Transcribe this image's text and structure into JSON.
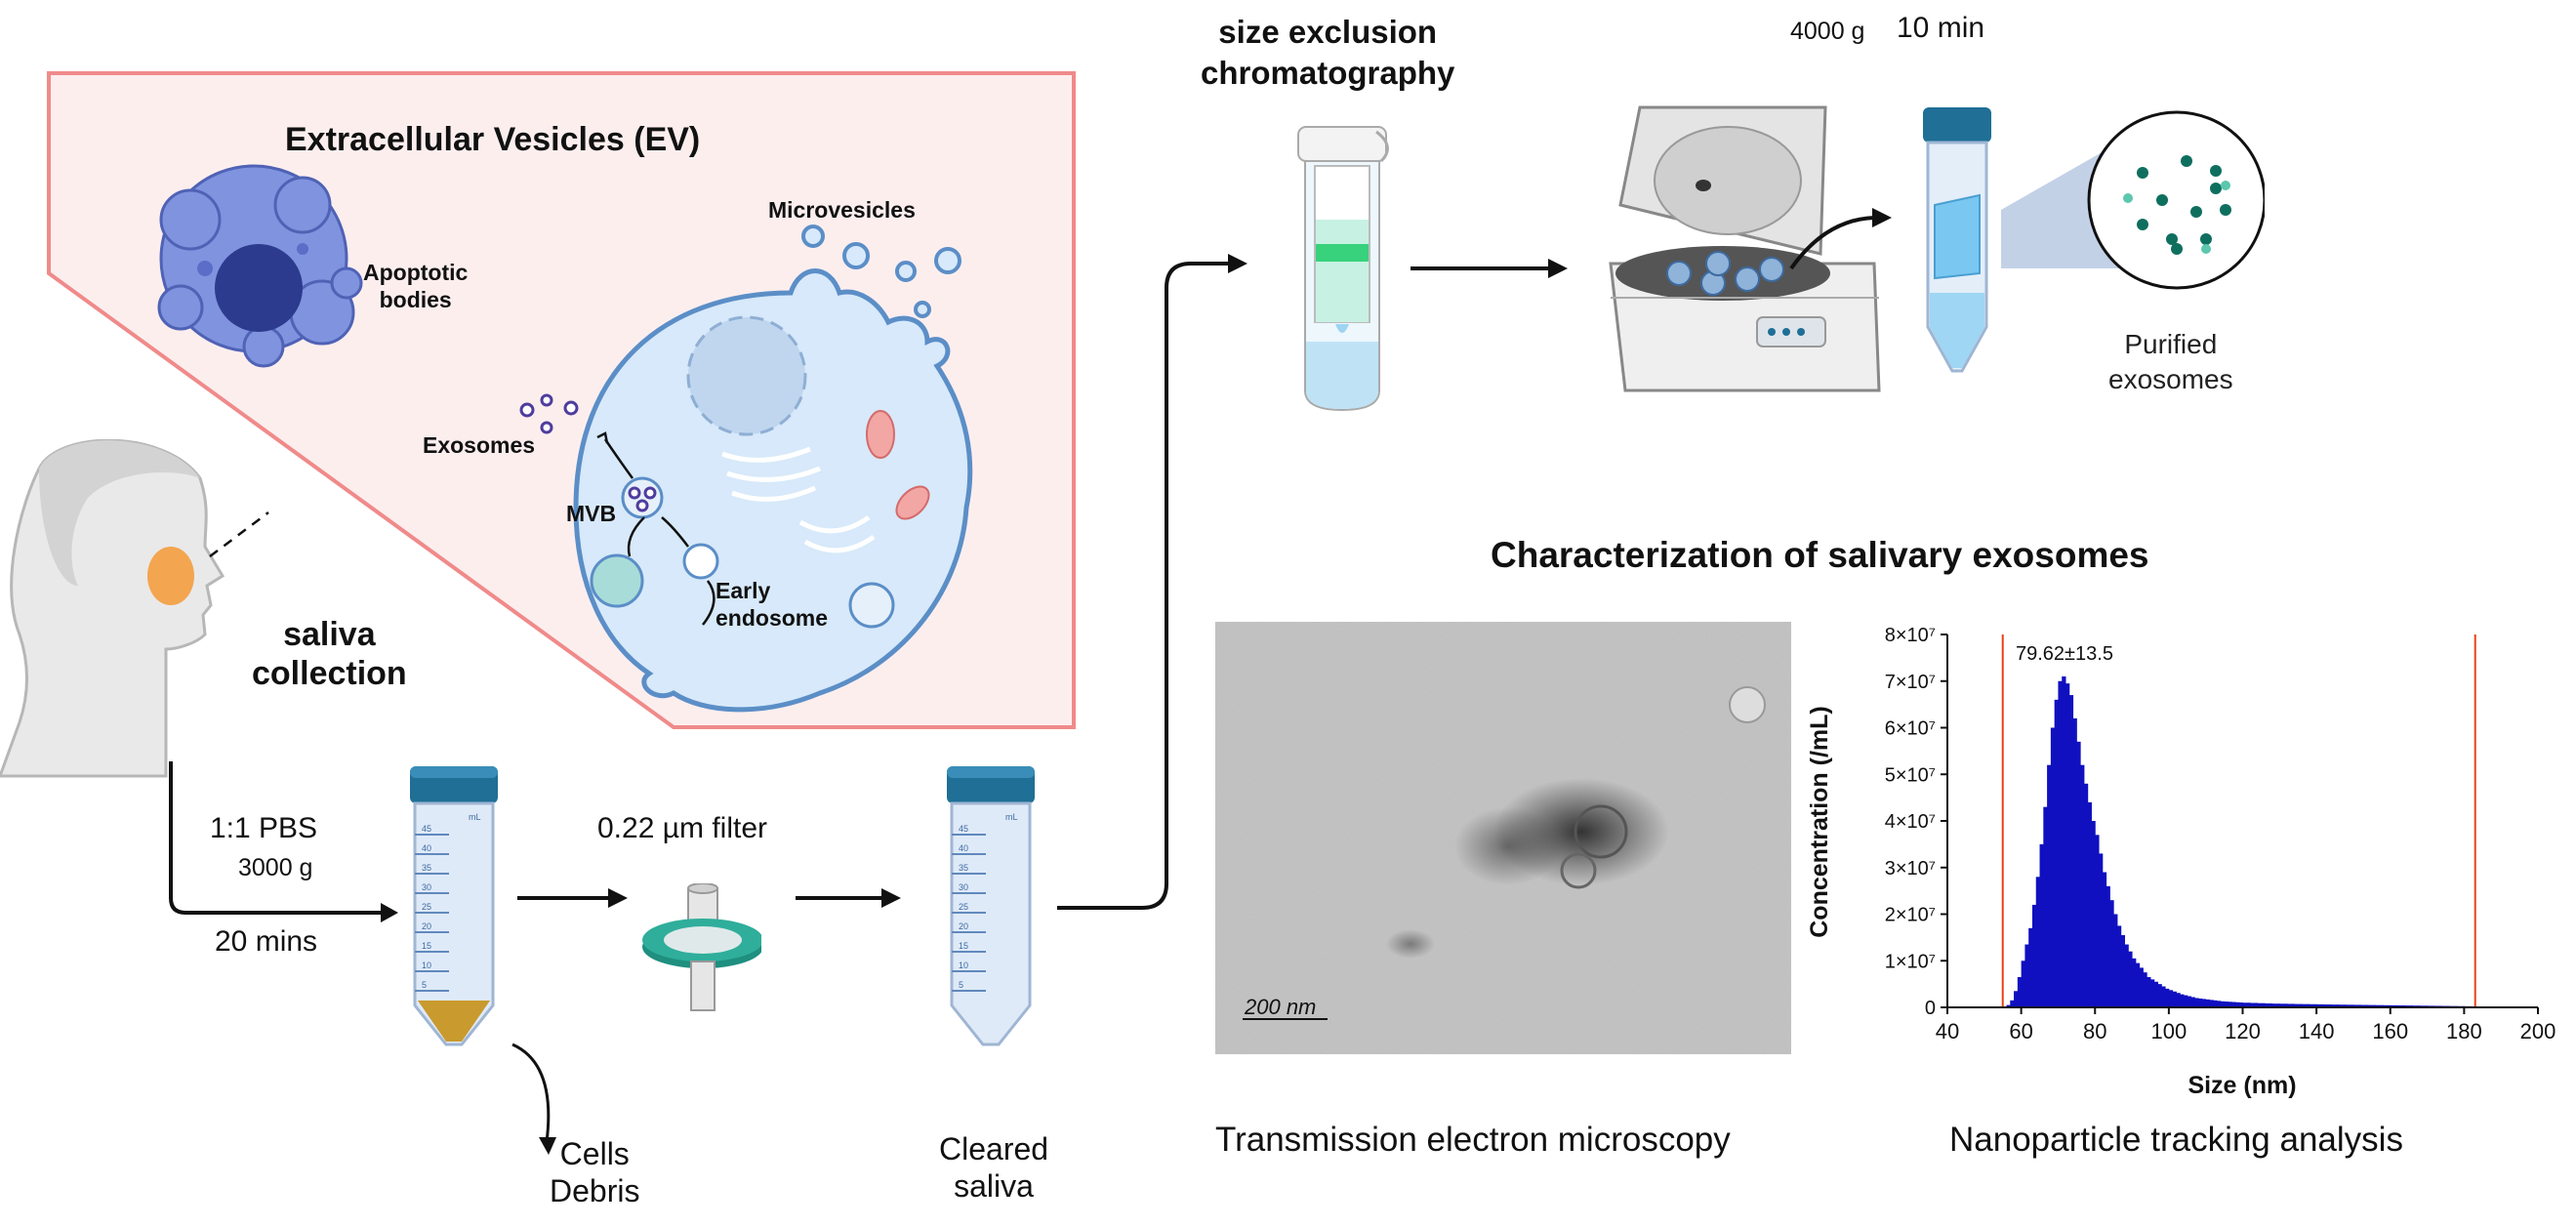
{
  "ev_panel": {
    "title": "Extracellular Vesicles (EV)",
    "apoptotic_bodies": [
      "Apoptotic",
      "bodies"
    ],
    "microvesicles": "Microvesicles",
    "exosomes": "Exosomes",
    "mvb": "MVB",
    "early_endosome": [
      "Early",
      "endosome"
    ]
  },
  "collection": {
    "title": [
      "saliva",
      "collection"
    ],
    "dilution": "1:1 PBS",
    "speed": "3000 g",
    "time": "20 mins"
  },
  "filter_step": {
    "label": "0.22 µm filter"
  },
  "pellet": {
    "label": [
      "Cells",
      "Debris"
    ]
  },
  "cleared": {
    "label": [
      "Cleared",
      "saliva"
    ]
  },
  "sec": {
    "title": [
      "size exclusion",
      "chromatography"
    ]
  },
  "centrifuge": {
    "speed": "4000 g",
    "time": "10 min"
  },
  "purified": {
    "label": [
      "Purified",
      "exosomes"
    ]
  },
  "tube": {
    "unit": "mL",
    "ticks": [
      "45",
      "40",
      "35",
      "30",
      "25",
      "20",
      "15",
      "10",
      "5"
    ]
  },
  "characterization": {
    "title": "Characterization of salivary exosomes",
    "tem_label": "Transmission electron microscopy",
    "scale_bar": "200 nm",
    "nta_label": "Nanoparticle tracking analysis"
  },
  "colors": {
    "ev_border": "#f08a8a",
    "ev_fill": "#fdeeee",
    "cell_fill": "#d7e9fa",
    "cell_stroke": "#5b8ec7",
    "tube_cap": "#1f6f96",
    "nta_bars": "#1010c0",
    "nta_marker": "#e8421a"
  },
  "chart_data": {
    "type": "bar",
    "title": "",
    "annotation": "79.62±13.5",
    "xlabel": "Size (nm)",
    "ylabel": "Concentration (/mL)",
    "xlim": [
      40,
      200
    ],
    "ylim": [
      0,
      80000000
    ],
    "x_ticks": [
      "40",
      "60",
      "80",
      "100",
      "120",
      "140",
      "160",
      "180",
      "200"
    ],
    "y_ticks": [
      "0",
      "1×10⁷",
      "2×10⁷",
      "3×10⁷",
      "4×10⁷",
      "5×10⁷",
      "6×10⁷",
      "7×10⁷",
      "8×10⁷"
    ],
    "y_tick_values": [
      0,
      10000000,
      20000000,
      30000000,
      40000000,
      50000000,
      60000000,
      70000000,
      80000000
    ],
    "markers_x": [
      55,
      183
    ],
    "bin_width": 1,
    "x": [
      56,
      57,
      58,
      59,
      60,
      61,
      62,
      63,
      64,
      65,
      66,
      67,
      68,
      69,
      70,
      71,
      72,
      73,
      74,
      75,
      76,
      77,
      78,
      79,
      80,
      81,
      82,
      83,
      84,
      85,
      86,
      87,
      88,
      89,
      90,
      91,
      92,
      93,
      94,
      95,
      96,
      97,
      98,
      99,
      100,
      101,
      102,
      103,
      104,
      105,
      106,
      107,
      108,
      109,
      110,
      111,
      112,
      113,
      114,
      115,
      116,
      117,
      118,
      119,
      120,
      122,
      124,
      126,
      128,
      130,
      132,
      134,
      136,
      138,
      140,
      142,
      144,
      146,
      148,
      150,
      152,
      154,
      156,
      158,
      160,
      162,
      164,
      166,
      168,
      170,
      172,
      174,
      176,
      178,
      180,
      182
    ],
    "values": [
      500000,
      1500000,
      3500000,
      6500000,
      10000000,
      13500000,
      17000000,
      22000000,
      28000000,
      35000000,
      43000000,
      52000000,
      60000000,
      66000000,
      70000000,
      71000000,
      69500000,
      67000000,
      62000000,
      57000000,
      52000000,
      48000000,
      44000000,
      40000000,
      37000000,
      33000000,
      29000000,
      26000000,
      23000000,
      20000000,
      17500000,
      15500000,
      13500000,
      12000000,
      10500000,
      9500000,
      8500000,
      7500000,
      6500000,
      6000000,
      5500000,
      5000000,
      4500000,
      4000000,
      3700000,
      3400000,
      3100000,
      2800000,
      2600000,
      2400000,
      2200000,
      2000000,
      1900000,
      1800000,
      1700000,
      1600000,
      1500000,
      1400000,
      1300000,
      1250000,
      1200000,
      1150000,
      1100000,
      1050000,
      1000000,
      950000,
      900000,
      850000,
      800000,
      780000,
      750000,
      720000,
      700000,
      680000,
      650000,
      620000,
      600000,
      580000,
      560000,
      540000,
      520000,
      500000,
      480000,
      460000,
      440000,
      420000,
      400000,
      380000,
      360000,
      340000,
      320000,
      300000,
      280000,
      260000,
      240000,
      220000
    ]
  }
}
